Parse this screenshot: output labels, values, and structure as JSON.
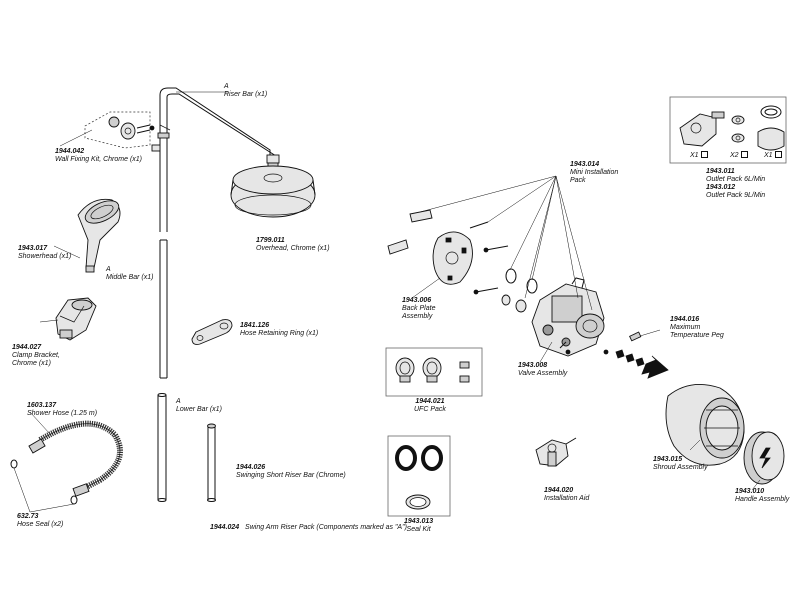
{
  "parts": {
    "riser_bar": {
      "letter": "A",
      "desc": "Riser Bar (x1)"
    },
    "wall_fixing_kit": {
      "code": "1944.042",
      "desc": "Wall Fixing Kit, Chrome (x1)"
    },
    "overhead": {
      "code": "1799.011",
      "desc": "Overhead, Chrome (x1)"
    },
    "showerhead": {
      "code": "1943.017",
      "desc": "Showerhead (x1)"
    },
    "middle_bar": {
      "letter": "A",
      "desc": "Middle Bar (x1)"
    },
    "clamp_bracket": {
      "code": "1944.027",
      "desc1": "Clamp Bracket,",
      "desc2": "Chrome (x1)"
    },
    "hose_retaining_ring": {
      "code": "1841.126",
      "desc": "Hose Retaining Ring (x1)"
    },
    "shower_hose": {
      "code": "1603.137",
      "desc": "Shower Hose (1.25 m)"
    },
    "lower_bar": {
      "letter": "A",
      "desc": "Lower Bar (x1)"
    },
    "swinging_short_riser": {
      "code": "1944.026",
      "desc": "Swinging Short Riser Bar (Chrome)"
    },
    "hose_seal": {
      "code": "632.73",
      "desc": "Hose Seal (x2)"
    },
    "swing_arm_pack": {
      "code": "1944.024",
      "desc": "Swing Arm Riser Pack (Components marked as \"A\")"
    },
    "mini_installation_pack": {
      "code": "1943.014",
      "desc1": "Mini Installation",
      "desc2": "Pack"
    },
    "back_plate": {
      "code": "1943.006",
      "desc1": "Back Plate",
      "desc2": "Assembly"
    },
    "valve_assembly": {
      "code": "1943.008",
      "desc": "Valve Assembly"
    },
    "ufc_pack": {
      "code": "1944.021",
      "desc": "UFC Pack"
    },
    "seal_kit": {
      "code": "1943.013",
      "desc": "Seal Kit"
    },
    "installation_aid": {
      "code": "1944.020",
      "desc": "Installation Aid"
    },
    "max_temp_peg": {
      "code": "1944.016",
      "desc1": "Maximum",
      "desc2": "Temperature Peg"
    },
    "shroud_assembly": {
      "code": "1943.015",
      "desc": "Shroud Assembly"
    },
    "handle_assembly": {
      "code": "1943.010",
      "desc": "Handle Assembly"
    },
    "outlet_pack_6": {
      "code": "1943.011",
      "desc": "Outlet Pack 6L/Min"
    },
    "outlet_pack_9": {
      "code": "1943.012",
      "desc": "Outlet Pack 9L/Min"
    }
  },
  "outlet_box_counts": {
    "a": "X1",
    "b": "X2",
    "c": "X1"
  },
  "icons": [
    "riser-bar-icon",
    "wall-bracket-icon",
    "overhead-shower-icon",
    "handset-icon",
    "clamp-bracket-icon",
    "hose-ring-icon",
    "shower-hose-icon",
    "valve-icon",
    "back-plate-icon",
    "shroud-icon",
    "handle-icon",
    "arrow-icon",
    "seal-icon",
    "ufc-icon"
  ]
}
